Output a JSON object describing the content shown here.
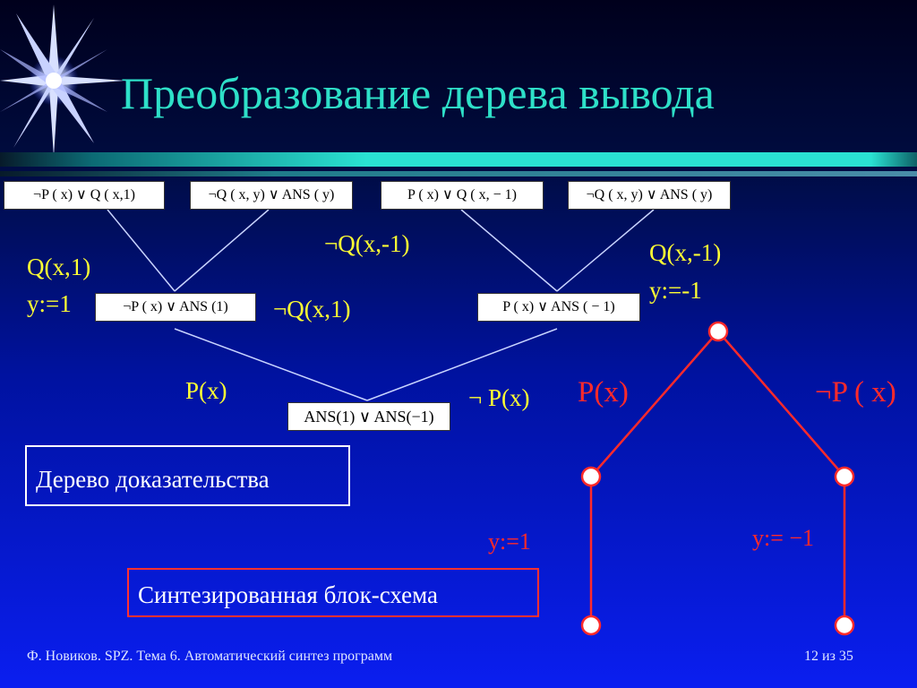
{
  "title": "Преобразование дерева вывода",
  "proof_tree": {
    "leaves": [
      "¬P ( x) ∨ Q ( x,1)",
      "¬Q ( x, y) ∨ ANS ( y)",
      "P ( x) ∨ Q ( x, − 1)",
      "¬Q ( x, y) ∨ ANS ( y)"
    ],
    "middle": [
      "¬P ( x) ∨ ANS (1)",
      "P ( x) ∨ ANS ( − 1)"
    ],
    "root": "ANS(1) ∨ ANS(−1)"
  },
  "labels": {
    "q_x1": "Q(x,1)",
    "y_1": "y:=1",
    "neg_q_x_minus1": "¬Q(x,-1)",
    "neg_q_x1": "¬Q(x,1)",
    "q_x_minus1": "Q(x,-1)",
    "y_minus1": "y:=-1",
    "p_x": "P(x)",
    "neg_p_x": "¬ P(x)"
  },
  "flowchart": {
    "branch_left": "P(x)",
    "branch_right": "¬P ( x)",
    "assign_left": "y:=1",
    "assign_right": "y:= −1"
  },
  "captions": {
    "proof_tree": "Дерево доказательства",
    "flowchart": "Синтезированная блок-схема"
  },
  "footer": {
    "left": "Ф. Новиков. SPZ. Тема 6. Автоматический синтез программ",
    "right": "12 из 35"
  },
  "colors": {
    "title": "#2ee0c8",
    "label": "#ffff33",
    "flowchart": "#ff2a2a",
    "caption_border_tree": "#ffffff",
    "caption_border_flow": "#ff3030"
  },
  "icons": {
    "decoration": "star-burst-icon"
  }
}
